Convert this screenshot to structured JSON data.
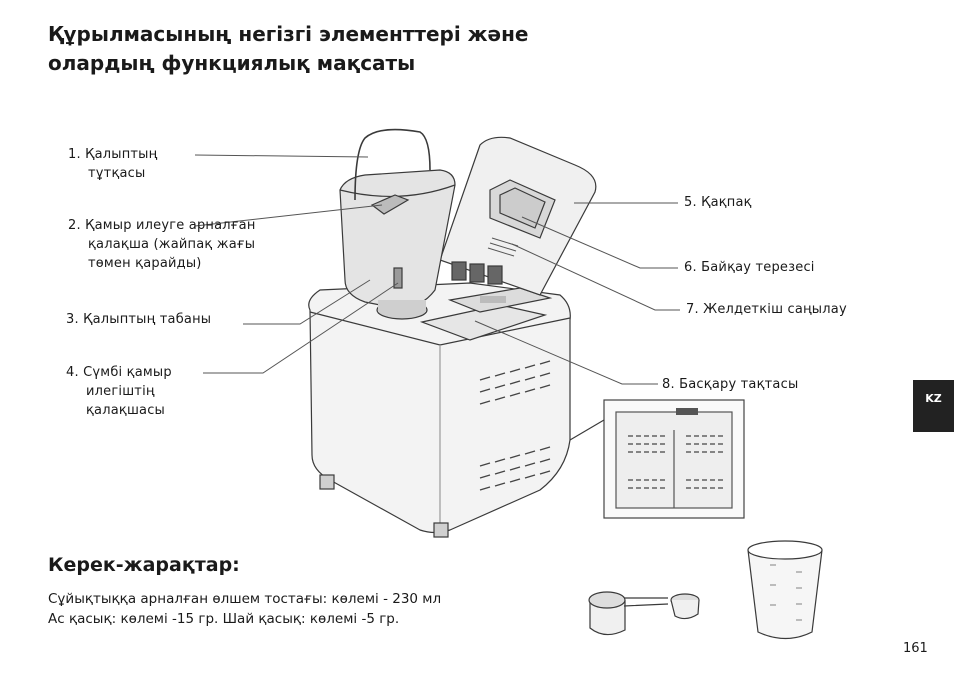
{
  "heading": {
    "line1": "Құрылмасының негізгі элементтері және",
    "line2": "олардың функциялық мақсаты"
  },
  "parts": {
    "p1": {
      "line1": "1. Қалыптың",
      "line2": "тұтқасы"
    },
    "p2": {
      "line1": "2. Қамыр илеуге арналған",
      "line2": "қалақша (жайпақ жағы",
      "line3": "төмен қарайды)"
    },
    "p3": {
      "line1": "3. Қалыптың табаны"
    },
    "p4": {
      "line1": "4. Сүмбі қамыр",
      "line2": "илегіштің",
      "line3": "қалақшасы"
    },
    "p5": {
      "line1": "5. Қақпақ"
    },
    "p6": {
      "line1": "6. Байқау терезесі"
    },
    "p7": {
      "line1": "7. Желдеткіш саңылау"
    },
    "p8": {
      "line1": "8. Басқару тақтасы"
    }
  },
  "accessories": {
    "title": "Керек-жарақтар:",
    "line1": "Сұйықтыққа арналған өлшем тостағы: көлемі - 230 мл",
    "line2": "Ас қасық: көлемі -15 гр. Шай қасық: көлемі -5 гр."
  },
  "lang_tab": "KZ",
  "page_number": "161"
}
